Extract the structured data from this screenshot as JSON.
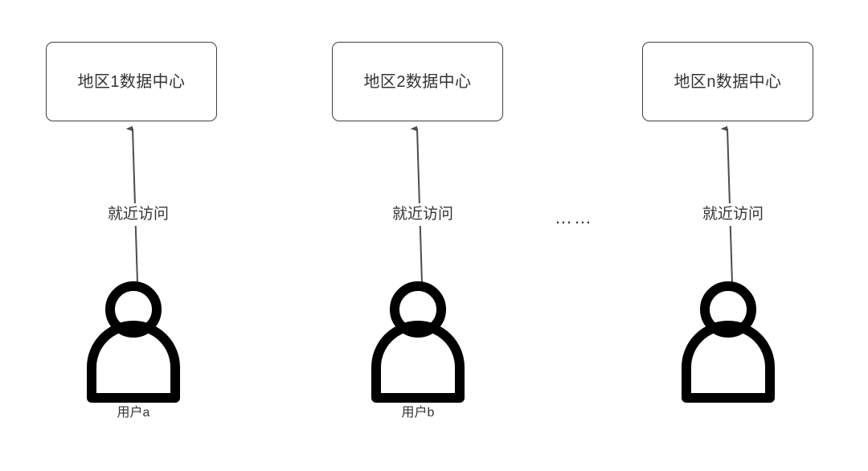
{
  "diagram": {
    "title_text": "",
    "background_color": "#ffffff",
    "box_border_color": "#3c4043",
    "text_color": "#333333",
    "actor_color": "#000000",
    "connector_color": "#4d4d4d",
    "ellipsis": "……",
    "columns": [
      {
        "id": "col-1",
        "datacenter_label": "地区1数据中心",
        "edge_label": "就近访问",
        "actor_label": "用户a"
      },
      {
        "id": "col-2",
        "datacenter_label": "地区2数据中心",
        "edge_label": "就近访问",
        "actor_label": "用户b"
      },
      {
        "id": "col-3",
        "datacenter_label": "地区n数据中心",
        "edge_label": "就近访问",
        "actor_label": ""
      }
    ]
  }
}
